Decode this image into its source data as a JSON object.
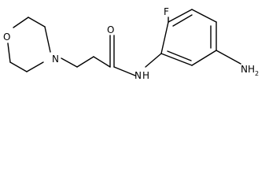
{
  "molecule": {
    "labels": {
      "oxygen_ring": "O",
      "nitrogen_ring": "N",
      "carbonyl_oxygen": "O",
      "amide_n": "N",
      "amide_h": "H",
      "fluorine": "F",
      "amine_n": "N",
      "amine_h": "H",
      "amine_sub": "2"
    }
  }
}
